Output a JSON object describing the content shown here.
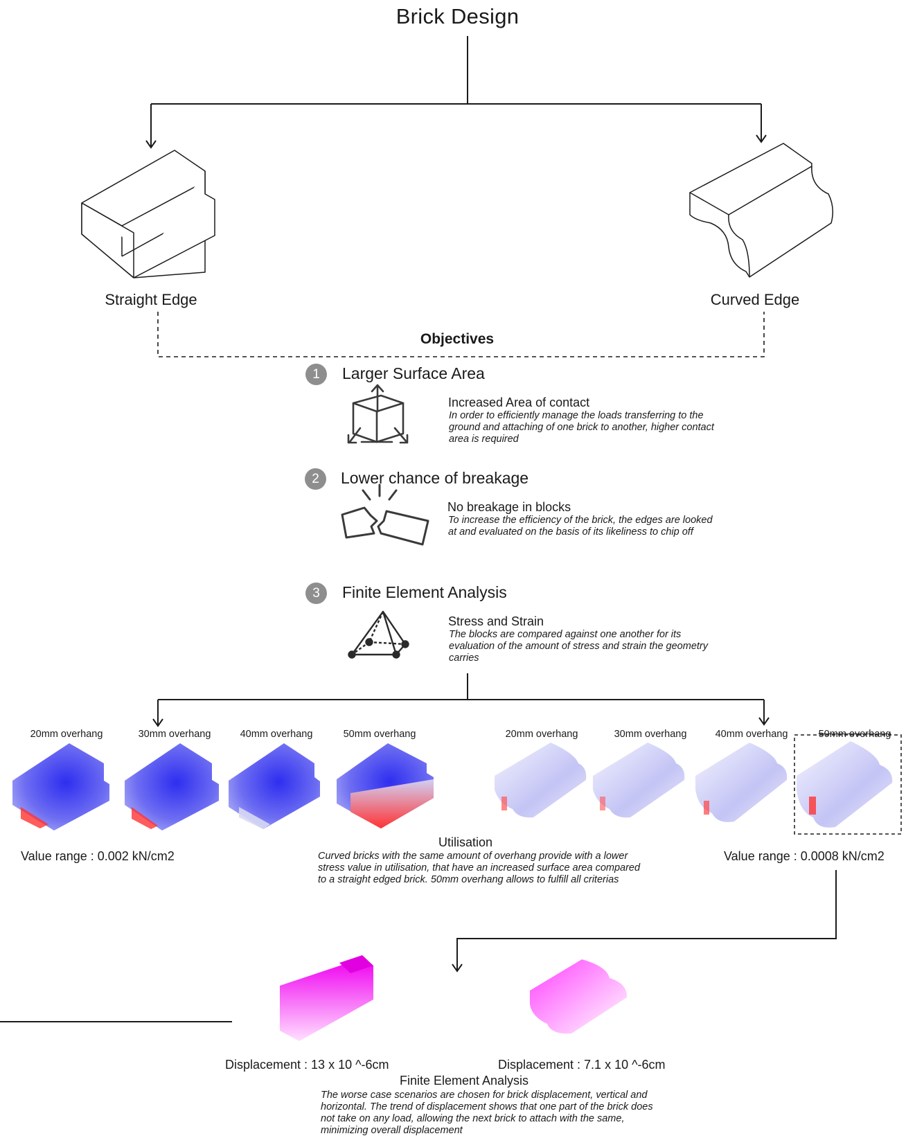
{
  "title": "Brick Design",
  "edges": {
    "straight": "Straight Edge",
    "curved": "Curved Edge"
  },
  "objectives_label": "Objectives",
  "objectives": [
    {
      "number": "1",
      "title": "Larger Surface Area",
      "icon": "expand-cube-icon",
      "subtitle": "Increased Area of contact",
      "description": "In order to efficiently manage the loads transferring to the ground and attaching of one brick to another, higher contact area is required"
    },
    {
      "number": "2",
      "title": "Lower chance of breakage",
      "icon": "broken-block-icon",
      "subtitle": "No breakage in blocks",
      "description": "To increase the efficiency of the brick, the edges are looked at and evaluated on the basis of its likeliness to chip off"
    },
    {
      "number": "3",
      "title": "Finite Element Analysis",
      "icon": "tetrahedron-mesh-icon",
      "subtitle": "Stress and Strain",
      "description": "The blocks are compared against one another for its evaluation of the amount of stress and strain the geometry carries"
    }
  ],
  "simulations_straight": [
    "20mm overhang",
    "30mm overhang",
    "40mm overhang",
    "50mm overhang"
  ],
  "simulations_curved": [
    "20mm overhang",
    "30mm overhang",
    "40mm overhang",
    "50mm overhang"
  ],
  "value_range_straight": "Value range : 0.002 kN/cm2",
  "value_range_curved": "Value range : 0.0008 kN/cm2",
  "utilisation": {
    "title": "Utilisation",
    "text": "Curved bricks with the same amount of overhang provide with a lower stress value in utilisation, that have an increased surface area compared to a straight edged brick. 50mm overhang allows to fulfill all criterias"
  },
  "displacement": {
    "straight": "Displacement : 13 x 10 ^-6cm",
    "curved": "Displacement : 7.1 x 10 ^-6cm",
    "title": "Finite Element Analysis",
    "text": "The worse case scenarios are chosen for brick displacement, vertical and horizontal. The trend of displacement shows that one part of the brick does not take on any load, allowing the next brick to attach with the same, minimizing overall displacement"
  },
  "colors": {
    "stress_low": "#ffffff",
    "stress_mid": "#4a4af0",
    "stress_high": "#f22020",
    "displacement": "#ff00ff",
    "badge": "#8e8e8e"
  }
}
